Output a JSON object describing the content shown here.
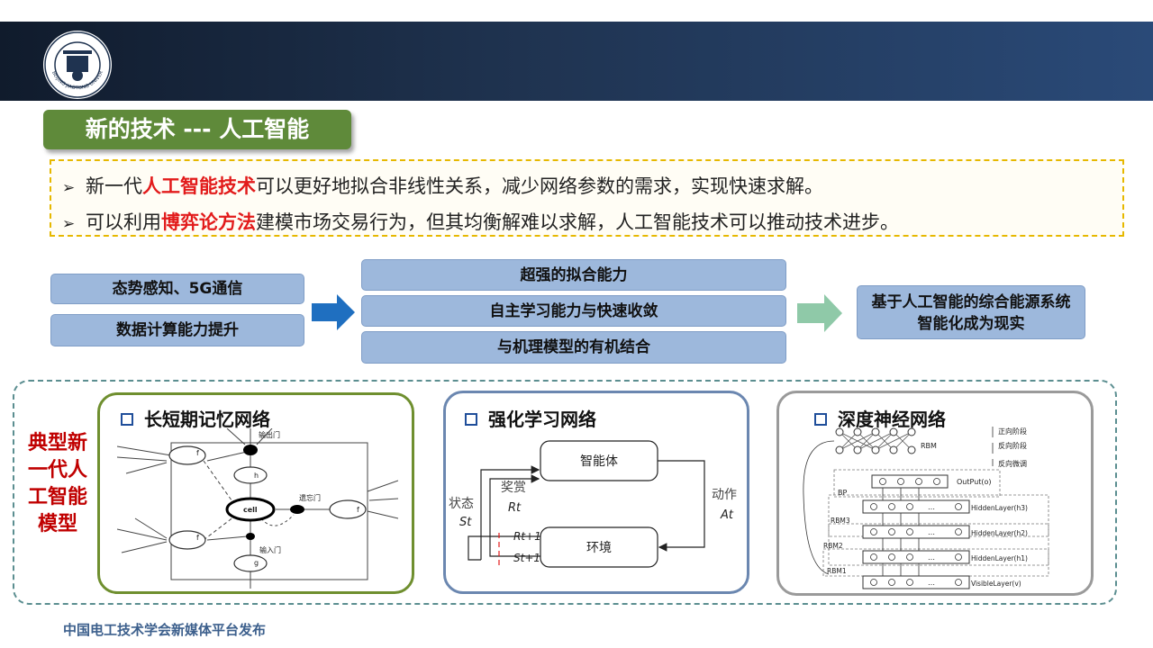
{
  "header": {
    "logo_name": "beijing-jiaotong-university-seal",
    "logo_text": "BEIJING JIAOTONG UNIVERSITY"
  },
  "section_title": "新的技术 --- 人工智能",
  "bullets": [
    {
      "pre": "新一代",
      "highlight": "人工智能技术",
      "post": "可以更好地拟合非线性关系，减少网络参数的需求，实现快速求解。"
    },
    {
      "pre": "可以利用",
      "highlight": "博弈论方法",
      "post": "建模市场交易行为，但其均衡解难以求解，人工智能技术可以推动技术进步。"
    }
  ],
  "flow": {
    "inputs": [
      "态势感知、5G通信",
      "数据计算能力提升"
    ],
    "capabilities": [
      "超强的拟合能力",
      "自主学习能力与快速收敛",
      "与机理模型的有机结合"
    ],
    "result": "基于人工智能的综合能源系统智能化成为现实"
  },
  "models": {
    "side_label": "典型新一代人工智能模型",
    "lstm": {
      "title": "长短期记忆网络",
      "output_gate": "输出门",
      "forget_gate": "遗忘门",
      "input_gate": "输入门",
      "cell": "cell",
      "f_label": "f",
      "h_label": "h",
      "g_label": "g"
    },
    "rl": {
      "title": "强化学习网络",
      "agent": "智能体",
      "env": "环境",
      "state": "状态",
      "state_sym": "St",
      "reward": "奖赏",
      "reward_sym": "Rt",
      "action": "动作",
      "action_sym": "At",
      "next_reward": "Rt+1",
      "next_state": "St+1"
    },
    "dnn": {
      "title": "深度神经网络",
      "rbm": "RBM",
      "legend_forward": "正向阶段",
      "legend_backward": "反向阶段",
      "legend_finetune": "反向微调",
      "bp": "BP",
      "output_layer": "OutPut(o)",
      "hidden3": "HiddenLayer(h3)",
      "hidden2": "HiddenLayer(h2)",
      "hidden1": "HiddenLayer(h1)",
      "visible": "VisibleLayer(v)",
      "rbm3": "RBM3",
      "rbm2": "RBM2",
      "rbm1": "RBM1",
      "ellipsis": "…"
    }
  },
  "footer": "中国电工技术学会新媒体平台发布",
  "colors": {
    "header": "#1f3350",
    "pill": "#5f8a3a",
    "highlight": "#e21b1b",
    "box": "#9db8dc",
    "arrow_blue": "#1f6fc0",
    "arrow_green": "#8fc9a8",
    "lstm_border": "#6f8f2f",
    "rl_border": "#6b87b0",
    "dnn_border": "#9a9a9a"
  }
}
